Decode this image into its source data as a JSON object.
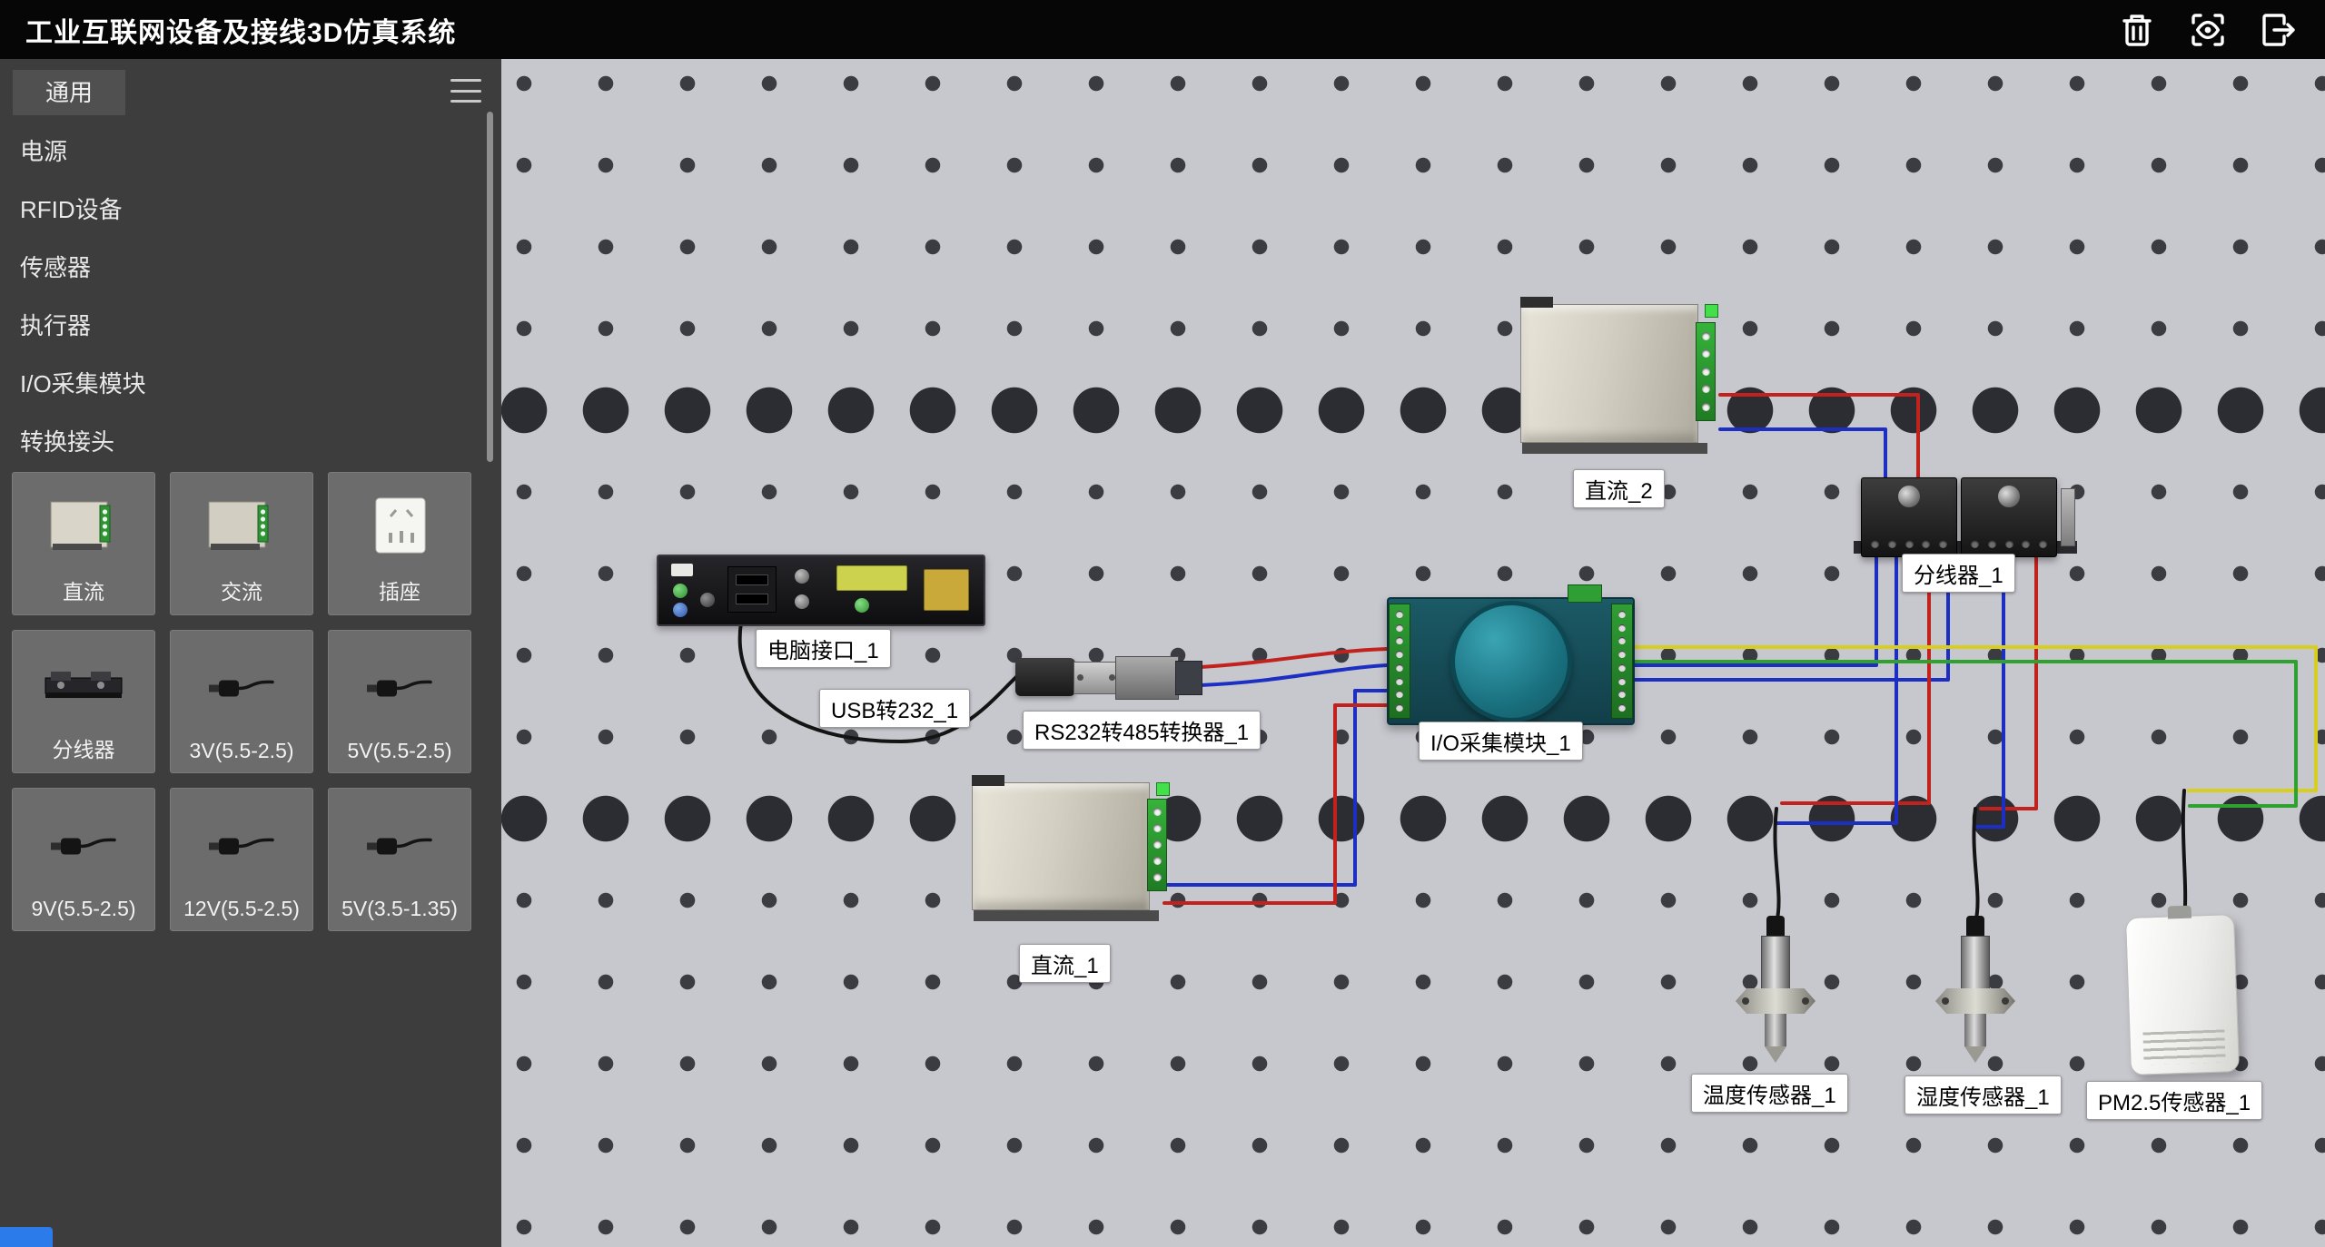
{
  "header": {
    "title": "工业互联网设备及接线3D仿真系统",
    "icons": [
      "trash",
      "view",
      "exit"
    ]
  },
  "sidebar": {
    "tab_label": "通用",
    "categories": [
      "电源",
      "RFID设备",
      "传感器",
      "执行器",
      "I/O采集模块",
      "转换接头"
    ],
    "tiles": [
      {
        "label": "直流",
        "type": "dc-power"
      },
      {
        "label": "交流",
        "type": "ac-power"
      },
      {
        "label": "插座",
        "type": "socket"
      },
      {
        "label": "分线器",
        "type": "splitter"
      },
      {
        "label": "3V(5.5-2.5)",
        "type": "plug"
      },
      {
        "label": "5V(5.5-2.5)",
        "type": "plug"
      },
      {
        "label": "9V(5.5-2.5)",
        "type": "plug"
      },
      {
        "label": "12V(5.5-2.5)",
        "type": "plug"
      },
      {
        "label": "5V(3.5-1.35)",
        "type": "plug"
      }
    ]
  },
  "canvas": {
    "devices": {
      "dc2": {
        "label": "直流_2"
      },
      "pc_interface": {
        "label": "电脑接口_1"
      },
      "usb232": {
        "label": "USB转232_1"
      },
      "rs232_485": {
        "label": "RS232转485转换器_1"
      },
      "io_module": {
        "label": "I/O采集模块_1"
      },
      "splitter1": {
        "label": "分线器_1"
      },
      "dc1": {
        "label": "直流_1"
      },
      "temp_sensor": {
        "label": "温度传感器_1"
      },
      "humidity_sensor": {
        "label": "湿度传感器_1"
      },
      "pm25_sensor": {
        "label": "PM2.5传感器_1"
      }
    },
    "wire_colors": {
      "red": "#c2221d",
      "blue": "#1c2fc2",
      "green": "#2fa12f",
      "yellow": "#d8ce1f",
      "black": "#141414"
    }
  }
}
